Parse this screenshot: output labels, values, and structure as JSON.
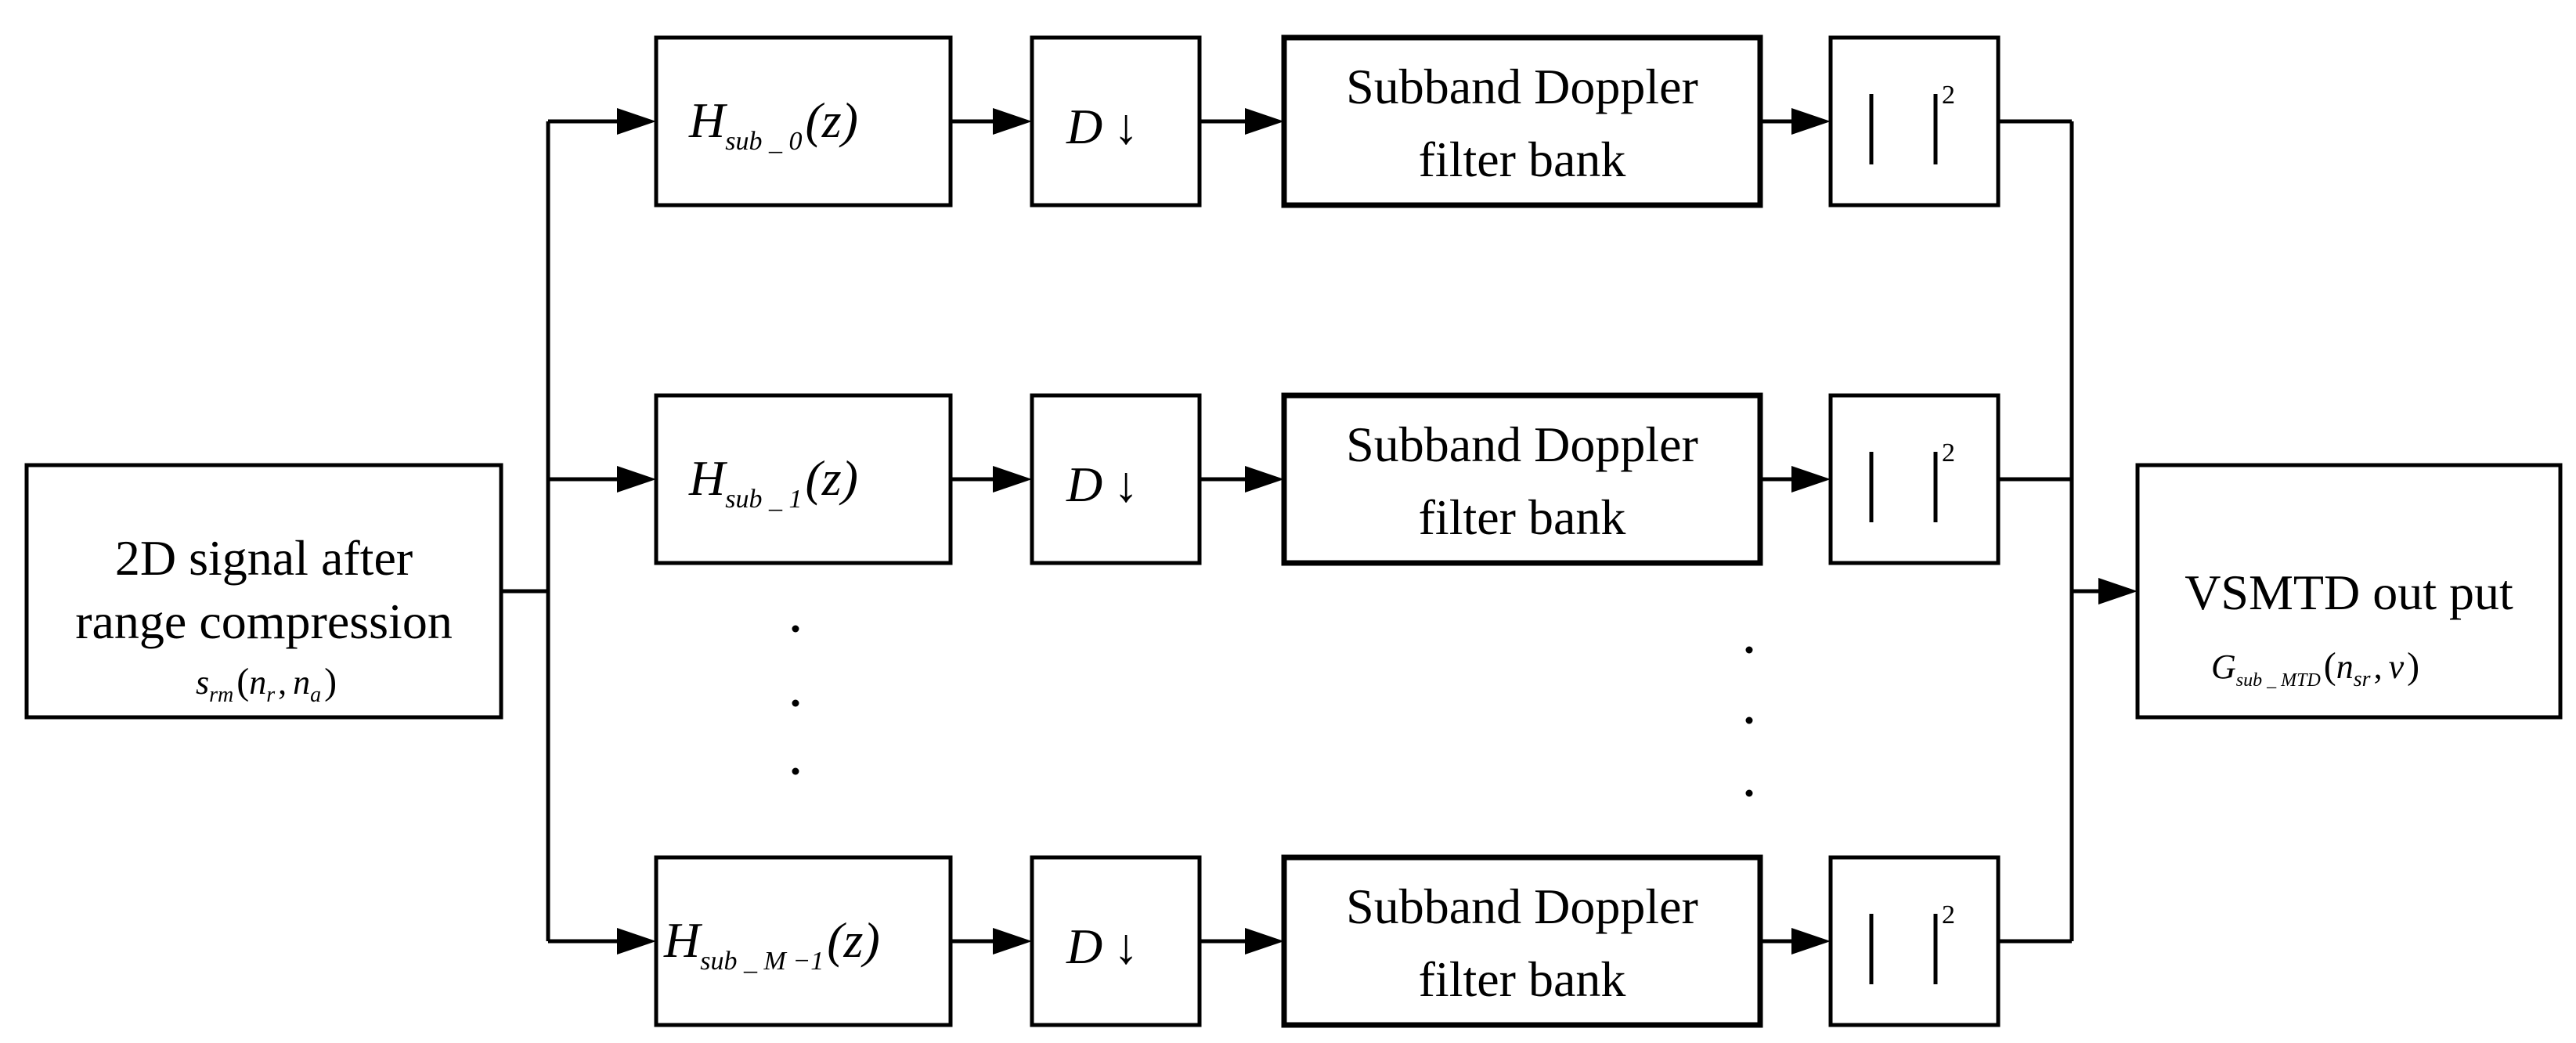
{
  "input_block": {
    "line1": "2D signal after",
    "line2": "range compression",
    "symbol_base": "s",
    "symbol_sub": "rm",
    "symbol_args_open": "(",
    "symbol_arg1": "n",
    "symbol_arg1_sub": "r",
    "symbol_sep": ",",
    "symbol_arg2": "n",
    "symbol_arg2_sub": "a",
    "symbol_args_close": ")"
  },
  "branches": [
    {
      "filter_base": "H",
      "filter_sub": "sub _ 0",
      "filter_arg": "(z)",
      "decimator_letter": "D",
      "decimator_arrow": "↓",
      "doppler_line1": "Subband Doppler",
      "doppler_line2": "filter bank",
      "magnitude_exponent": "2"
    },
    {
      "filter_base": "H",
      "filter_sub": "sub _ 1",
      "filter_arg": "(z)",
      "decimator_letter": "D",
      "decimator_arrow": "↓",
      "doppler_line1": "Subband Doppler",
      "doppler_line2": "filter bank",
      "magnitude_exponent": "2"
    },
    {
      "filter_base": "H",
      "filter_sub": "sub _ M −1",
      "filter_arg": "(z)",
      "decimator_letter": "D",
      "decimator_arrow": "↓",
      "doppler_line1": "Subband Doppler",
      "doppler_line2": "filter bank",
      "magnitude_exponent": "2"
    }
  ],
  "ellipsis": {
    "left": "·",
    "right": "·"
  },
  "output_block": {
    "line1": "VSMTD out put",
    "symbol_base": "G",
    "symbol_sub": "sub _ MTD",
    "symbol_args_open": "(",
    "symbol_arg1": "n",
    "symbol_arg1_sub": "sr",
    "symbol_sep": ",",
    "symbol_arg2": "v",
    "symbol_args_close": ")"
  }
}
